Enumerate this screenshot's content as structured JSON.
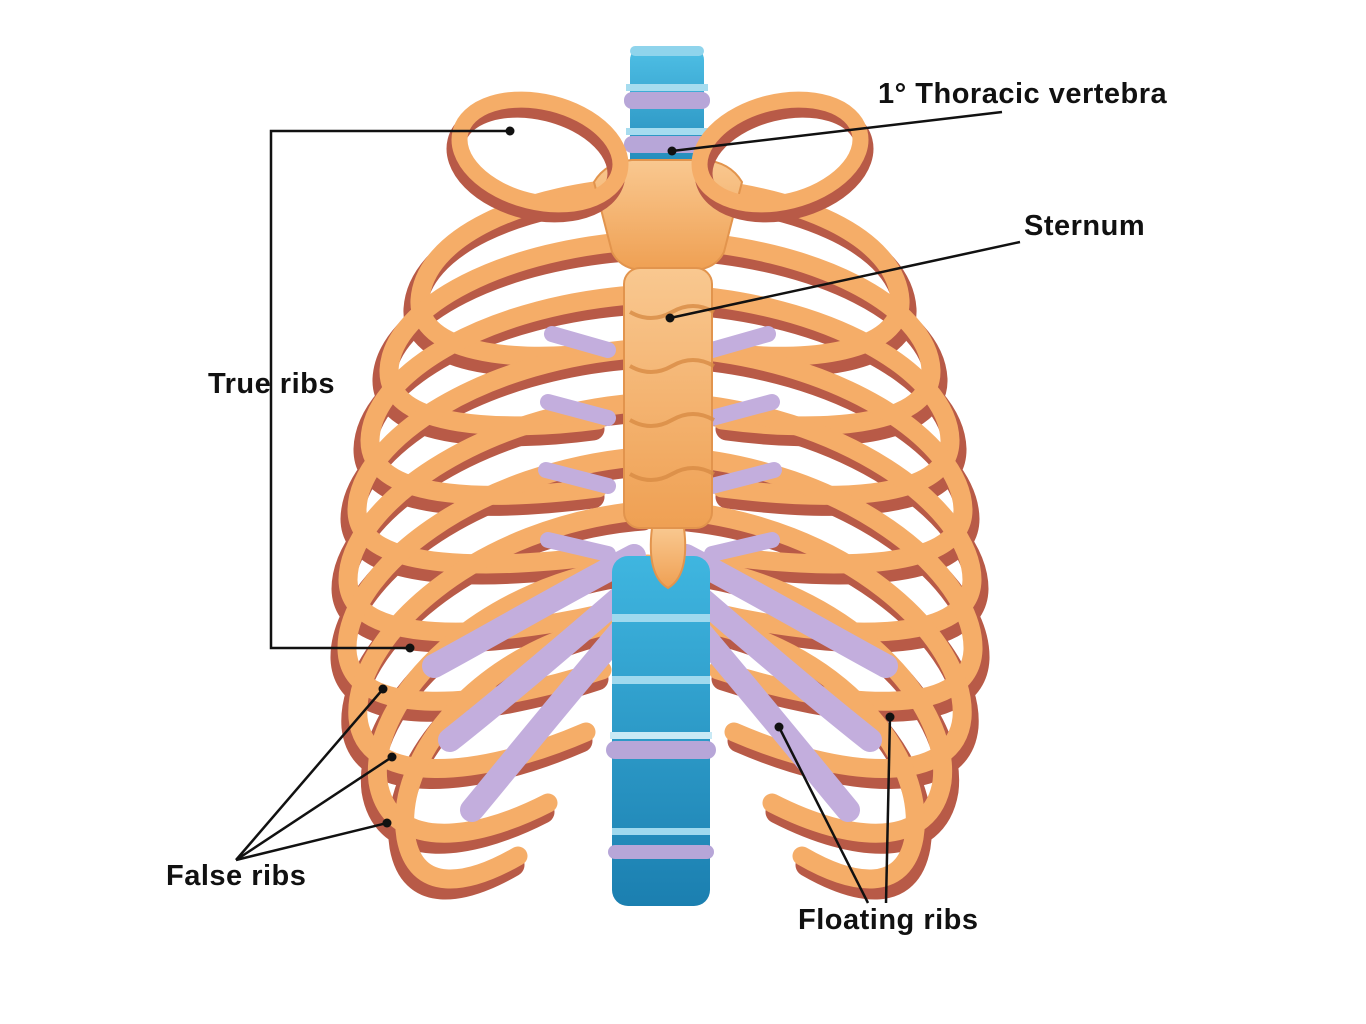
{
  "diagram": {
    "subject": "rib-cage-anatomy",
    "labels": {
      "thoracic_vertebra": "1° Thoracic vertebra",
      "sternum": "Sternum",
      "true_ribs": "True ribs",
      "false_ribs": "False ribs",
      "floating_ribs": "Floating ribs"
    },
    "colors": {
      "rib_orange": "#F5AD68",
      "rib_shadow_red": "#B85A47",
      "cartilage_purple": "#C3AEDD",
      "spine_blue": "#2B9FD0",
      "spine_blue_dark": "#1C84B8",
      "disc_purple": "#B7A6D8",
      "disc_light_blue": "#9FD9EE",
      "sternum_orange": "#F2A963",
      "label_text": "#111111",
      "background": "#FFFFFF"
    }
  }
}
